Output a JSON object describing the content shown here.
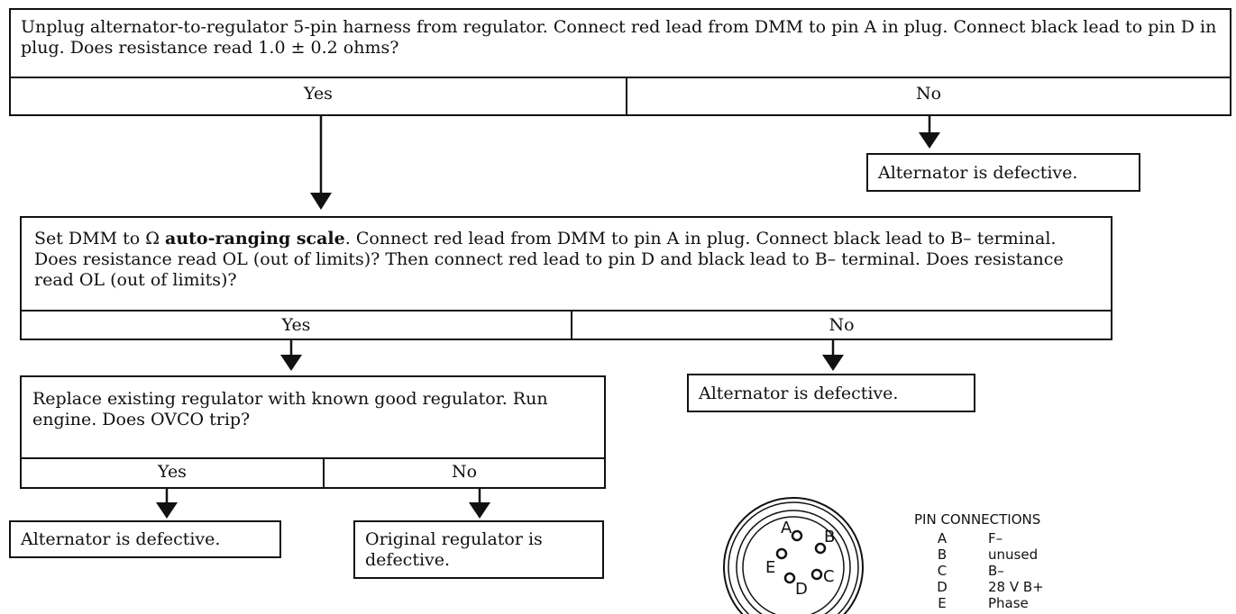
{
  "step1": {
    "question": "Unplug alternator-to-regulator 5-pin harness from regulator. Connect red lead from DMM to pin A in plug. Connect black lead to pin D in plug. Does resistance read 1.0 ± 0.2 ohms?",
    "yes_label": "Yes",
    "no_label": "No",
    "no_result": "Alternator is defective."
  },
  "step2": {
    "question_pre": "Set DMM to Ω ",
    "question_bold": "auto-ranging scale",
    "question_post": ". Connect red lead from DMM to pin A in plug. Connect black lead to B– terminal. Does resistance read OL (out of limits)? Then connect red lead to pin D and black lead to B– terminal. Does resistance read OL (out of limits)?",
    "yes_label": "Yes",
    "no_label": "No",
    "no_result": "Alternator is defective."
  },
  "step3": {
    "question": "Replace existing regulator with known good regulator. Run engine. Does OVCO trip?",
    "yes_label": "Yes",
    "no_label": "No",
    "yes_result": "Alternator is defective.",
    "no_result": "Original regulator is defective."
  },
  "connector": {
    "title": "PIN CONNECTIONS",
    "pins": [
      {
        "pin": "A",
        "function": "F–"
      },
      {
        "pin": "B",
        "function": "unused"
      },
      {
        "pin": "C",
        "function": "B–"
      },
      {
        "pin": "D",
        "function": "28 V B+"
      },
      {
        "pin": "E",
        "function": "Phase"
      }
    ]
  }
}
